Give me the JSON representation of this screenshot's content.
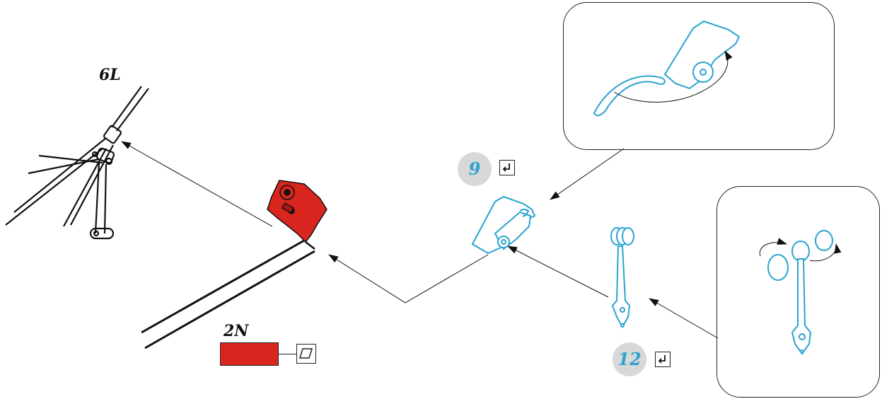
{
  "labels": {
    "frame_ref": "6L",
    "part_ref": "2N",
    "step_a": "9",
    "step_b": "12"
  },
  "colors": {
    "part_red": "#d8261e",
    "part_blue": "#2aa3cf",
    "badge_gray": "#d8d8d8",
    "ink": "#111111"
  },
  "icons": {
    "step_a_icon": "return-arrow-icon",
    "step_b_icon": "return-arrow-icon",
    "material_icon": "parallelogram-icon"
  }
}
